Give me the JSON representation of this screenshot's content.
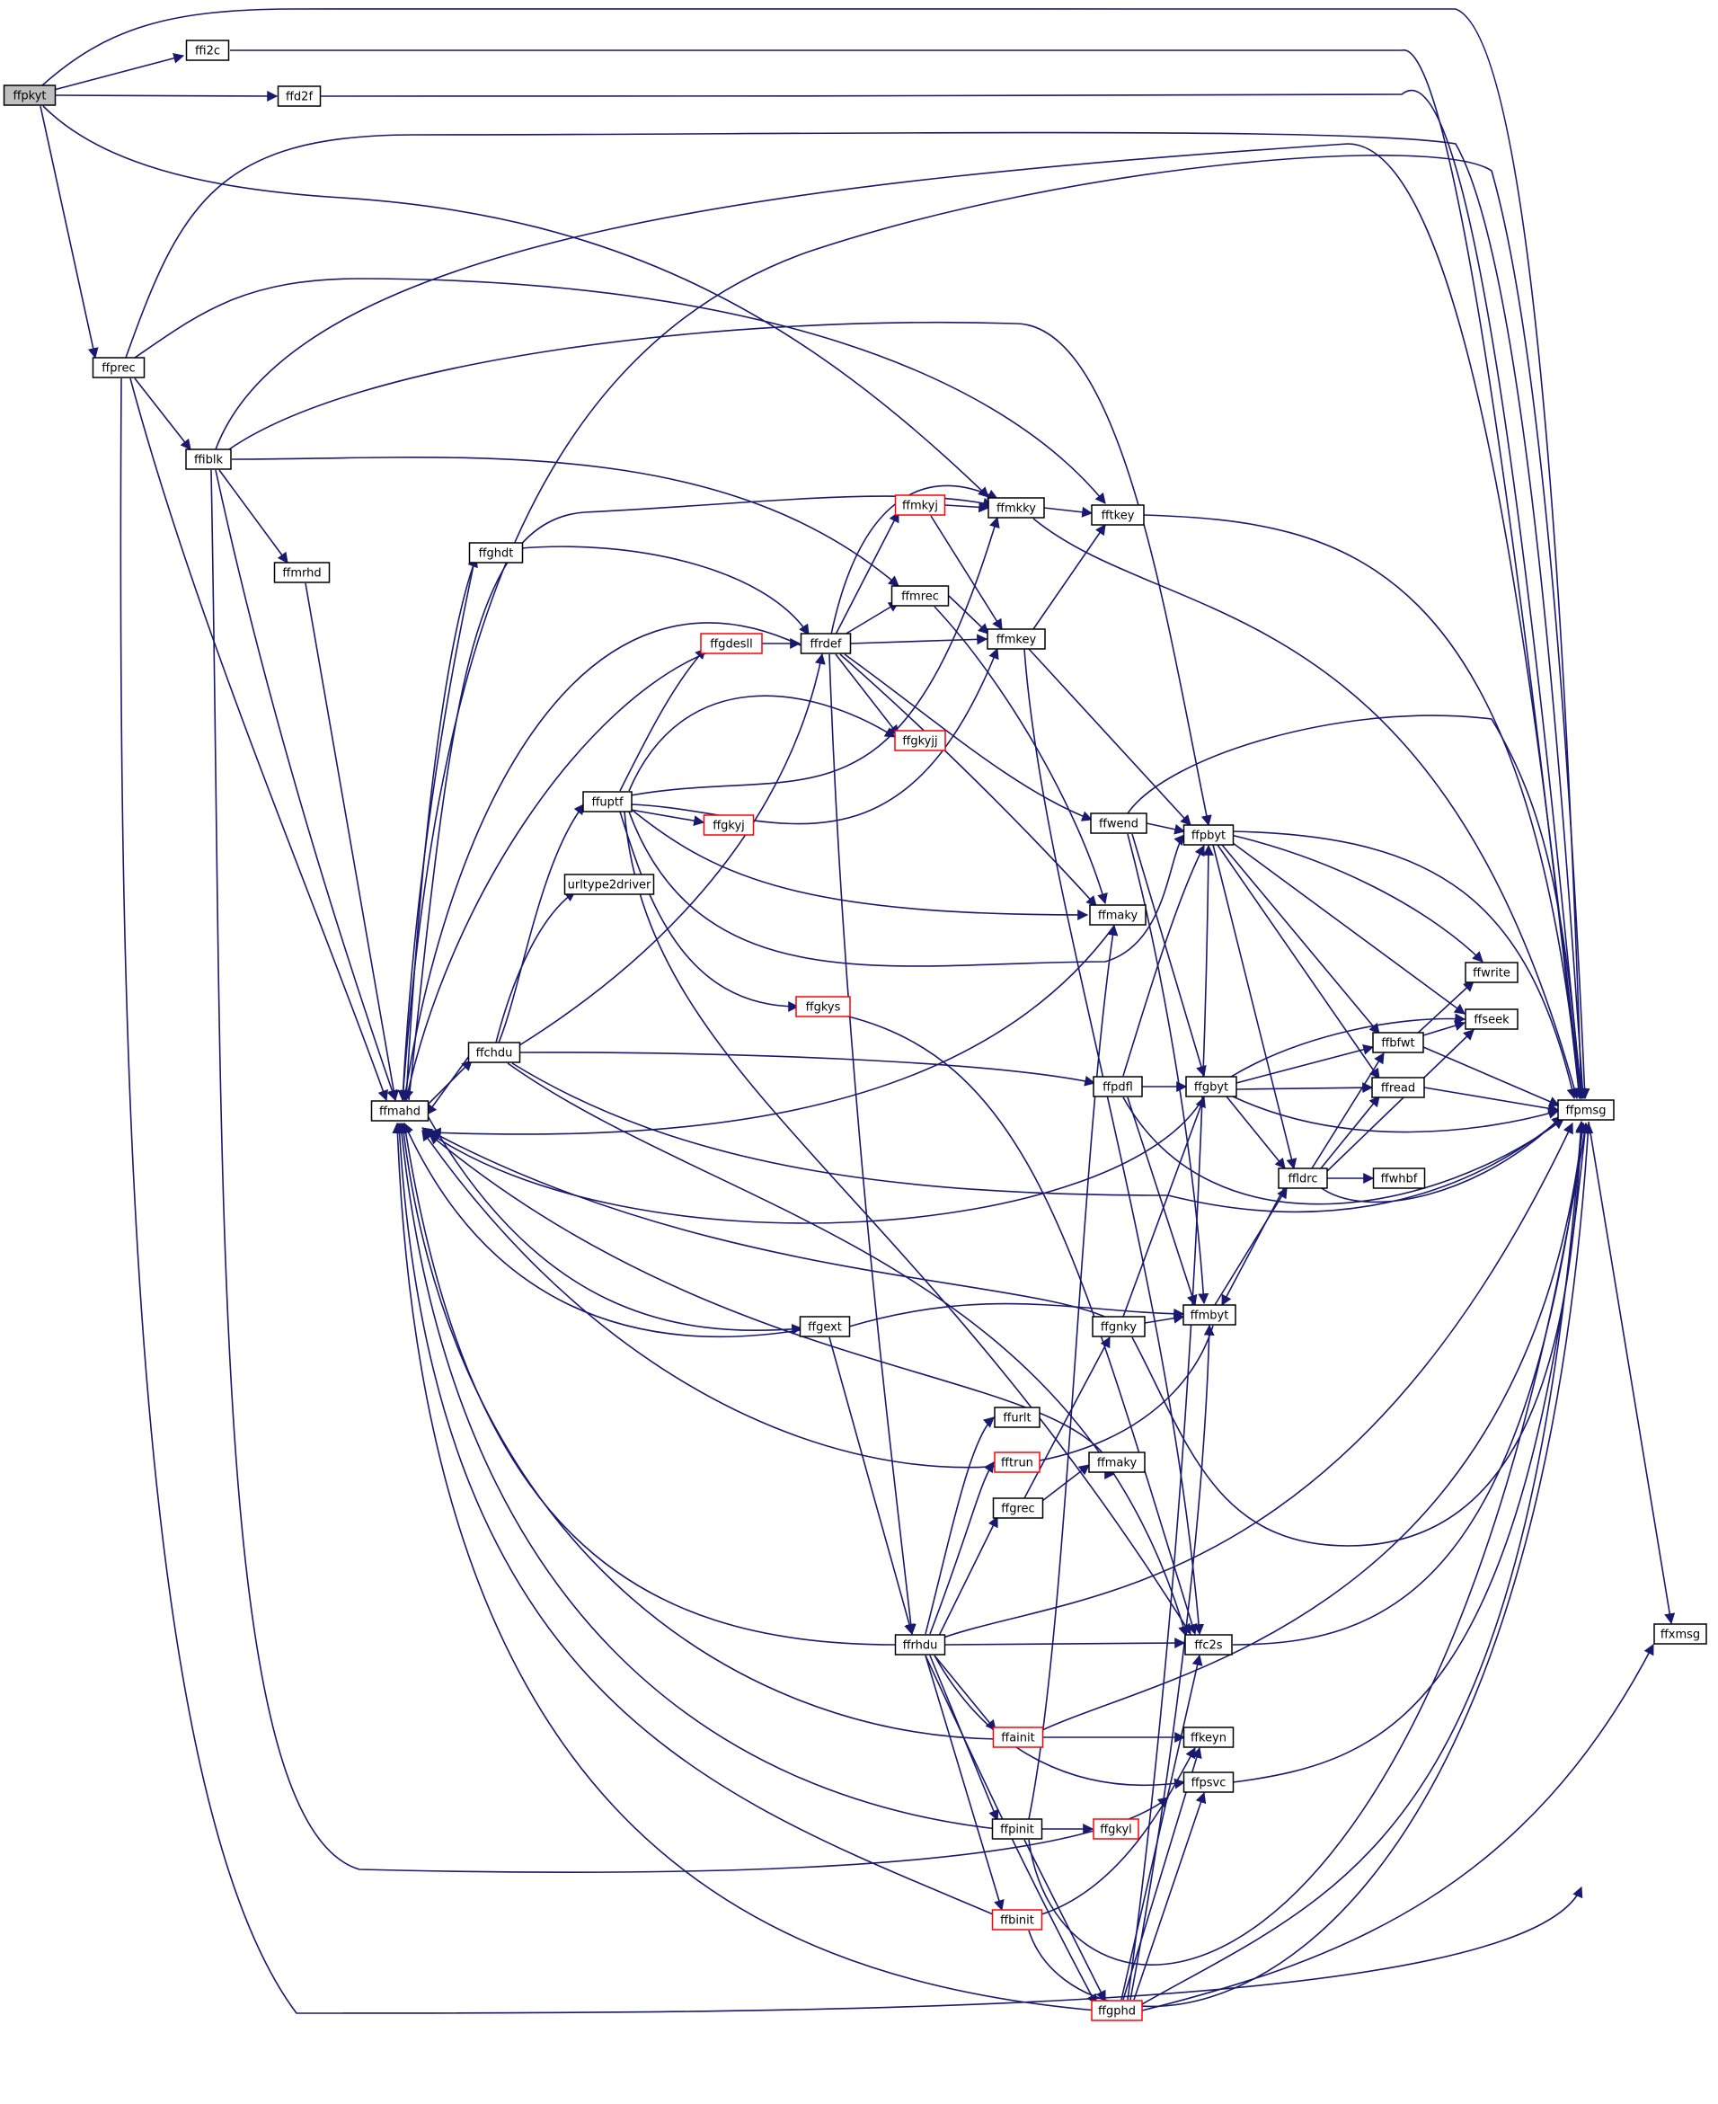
{
  "colors": {
    "edge": "#191970",
    "node_border": "#000000",
    "node_fill": "#ffffff",
    "root_fill": "#bfbfbf",
    "truncated_border": "#ff0000"
  },
  "nodes": [
    {
      "id": "ffpkyt",
      "label": "ffpkyt",
      "style": "root"
    },
    {
      "id": "ffi2c",
      "label": "ffi2c",
      "style": "normal"
    },
    {
      "id": "ffd2f",
      "label": "ffd2f",
      "style": "normal"
    },
    {
      "id": "ffpmsg",
      "label": "ffpmsg",
      "style": "normal"
    },
    {
      "id": "ffprec",
      "label": "ffprec",
      "style": "normal"
    },
    {
      "id": "ffiblk",
      "label": "ffiblk",
      "style": "normal"
    },
    {
      "id": "ffmrhd",
      "label": "ffmrhd",
      "style": "normal"
    },
    {
      "id": "ffghdt",
      "label": "ffghdt",
      "style": "normal"
    },
    {
      "id": "ffmkyj",
      "label": "ffmkyj",
      "style": "truncated"
    },
    {
      "id": "ffmkky",
      "label": "ffmkky",
      "style": "normal"
    },
    {
      "id": "fftkey",
      "label": "fftkey",
      "style": "normal"
    },
    {
      "id": "ffmrec",
      "label": "ffmrec",
      "style": "normal"
    },
    {
      "id": "ffgdesll",
      "label": "ffgdesll",
      "style": "truncated"
    },
    {
      "id": "ffrdef",
      "label": "ffrdef",
      "style": "normal"
    },
    {
      "id": "ffmkey",
      "label": "ffmkey",
      "style": "normal"
    },
    {
      "id": "ffgkyjj",
      "label": "ffgkyjj",
      "style": "truncated"
    },
    {
      "id": "ffuptf",
      "label": "ffuptf",
      "style": "normal"
    },
    {
      "id": "ffgkyj",
      "label": "ffgkyj",
      "style": "truncated"
    },
    {
      "id": "urltype2driver",
      "label": "urltype2driver",
      "style": "normal"
    },
    {
      "id": "ffwend",
      "label": "ffwend",
      "style": "normal"
    },
    {
      "id": "ffpbyt",
      "label": "ffpbyt",
      "style": "normal"
    },
    {
      "id": "ffmaky1",
      "label": "ffmaky",
      "style": "normal"
    },
    {
      "id": "ffwrite",
      "label": "ffwrite",
      "style": "normal"
    },
    {
      "id": "ffgkys",
      "label": "ffgkys",
      "style": "truncated"
    },
    {
      "id": "ffseek",
      "label": "ffseek",
      "style": "normal"
    },
    {
      "id": "ffbfwt",
      "label": "ffbfwt",
      "style": "normal"
    },
    {
      "id": "ffchdu",
      "label": "ffchdu",
      "style": "normal"
    },
    {
      "id": "ffpdfl",
      "label": "ffpdfl",
      "style": "normal"
    },
    {
      "id": "ffgbyt",
      "label": "ffgbyt",
      "style": "normal"
    },
    {
      "id": "ffread",
      "label": "ffread",
      "style": "normal"
    },
    {
      "id": "ffmahd",
      "label": "ffmahd",
      "style": "normal"
    },
    {
      "id": "ffldrc",
      "label": "ffldrc",
      "style": "normal"
    },
    {
      "id": "ffwhbf",
      "label": "ffwhbf",
      "style": "normal"
    },
    {
      "id": "ffgext",
      "label": "ffgext",
      "style": "normal"
    },
    {
      "id": "ffgnky",
      "label": "ffgnky",
      "style": "normal"
    },
    {
      "id": "ffmbyt",
      "label": "ffmbyt",
      "style": "normal"
    },
    {
      "id": "ffurlt",
      "label": "ffurlt",
      "style": "normal"
    },
    {
      "id": "fftrun",
      "label": "fftrun",
      "style": "truncated"
    },
    {
      "id": "ffmaky2",
      "label": "ffmaky",
      "style": "normal"
    },
    {
      "id": "ffgrec",
      "label": "ffgrec",
      "style": "normal"
    },
    {
      "id": "ffxmsg",
      "label": "ffxmsg",
      "style": "normal"
    },
    {
      "id": "ffrhdu",
      "label": "ffrhdu",
      "style": "normal"
    },
    {
      "id": "ffc2s",
      "label": "ffc2s",
      "style": "normal"
    },
    {
      "id": "ffainit",
      "label": "ffainit",
      "style": "truncated"
    },
    {
      "id": "ffkeyn",
      "label": "ffkeyn",
      "style": "normal"
    },
    {
      "id": "ffpsvc",
      "label": "ffpsvc",
      "style": "normal"
    },
    {
      "id": "ffpinit",
      "label": "ffpinit",
      "style": "normal"
    },
    {
      "id": "ffgkyl",
      "label": "ffgkyl",
      "style": "truncated"
    },
    {
      "id": "ffbinit",
      "label": "ffbinit",
      "style": "truncated"
    },
    {
      "id": "ffgphd",
      "label": "ffgphd",
      "style": "truncated"
    }
  ]
}
